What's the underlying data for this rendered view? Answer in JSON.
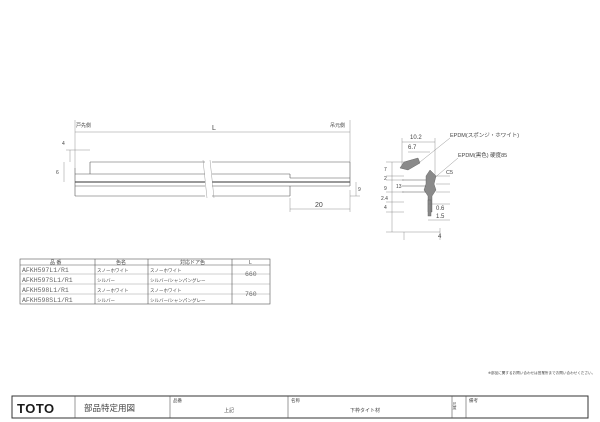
{
  "drawing": {
    "label_left_side": "戸先側",
    "label_right_side": "吊元側",
    "dim_L": "L",
    "dim_20": "20",
    "dim_6": "6",
    "dim_4": "4",
    "dim_9": "9"
  },
  "section": {
    "epdm_top": "EPDM(スポンジ・ホワイト)",
    "epdm_bottom": "EPDM(黒色)  硬度85",
    "dim_10_2": "10.2",
    "dim_6_7": "6.7",
    "dim_c5": "C5",
    "dim_0_6": "0.6",
    "dim_1_5": "1.5",
    "dim_4": "4",
    "dim_left_stack": [
      "7",
      "2",
      "13",
      "9",
      "2.4",
      "4"
    ]
  },
  "parts_table": {
    "headers": [
      "品 番",
      "色名",
      "対応ドア色",
      "L"
    ],
    "rows": [
      {
        "part": "AFKH597L1/R1",
        "color": "スノーホワイト",
        "door": "スノーホワイト",
        "L": "660"
      },
      {
        "part": "AFKH597SL1/R1",
        "color": "シルバー",
        "door": "シルバー/シャンパングレー",
        "L": ""
      },
      {
        "part": "AFKH598L1/R1",
        "color": "スノーホワイト",
        "door": "スノーホワイト",
        "L": "760"
      },
      {
        "part": "AFKH598SL1/R1",
        "color": "シルバー",
        "door": "シルバー/シャンパングレー",
        "L": ""
      }
    ]
  },
  "note": "※部品に関するお問い合わせは営業所までお問い合わせください。",
  "title_block": {
    "logo": "TOTO",
    "doc_type": "部品特定用図",
    "field_hinban_label": "品番",
    "field_hinban_value": "上記",
    "field_name_label": "名称",
    "field_name_value": "下枠タイト材",
    "field_scale_label": "尺度",
    "field_remarks_label": "備考"
  }
}
